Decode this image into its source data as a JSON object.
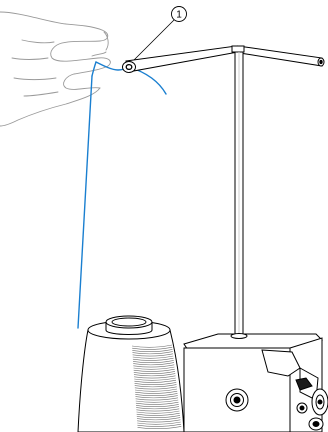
{
  "callout": {
    "label": "1"
  },
  "colors": {
    "thread": "#1a7fd0",
    "line": "#000000",
    "shading": "#8a8a8a"
  },
  "icons": [
    "hand-icon",
    "thread-spool",
    "thread-guide",
    "bobbin-winder-stand",
    "bobbin-winder-base"
  ]
}
